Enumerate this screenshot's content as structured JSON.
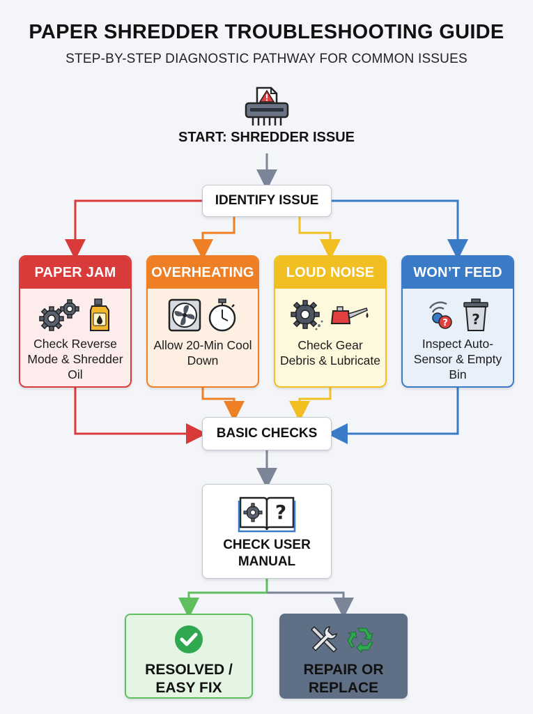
{
  "header": {
    "title": "PAPER SHREDDER TROUBLESHOOTING GUIDE",
    "subtitle": "STEP-BY-STEP DIAGNOSTIC PATHWAY FOR COMMON ISSUES"
  },
  "start": {
    "label": "START: SHREDDER ISSUE",
    "icon": "shredder-warning-icon"
  },
  "identify": {
    "label": "IDENTIFY ISSUE"
  },
  "issues": [
    {
      "title": "PAPER JAM",
      "desc": "Check Reverse Mode & Shredder Oil",
      "color": "#d93b3b",
      "icons": [
        "gears-icon",
        "oil-bottle-icon"
      ]
    },
    {
      "title": "OVERHEATING",
      "desc": "Allow 20-Min Cool Down",
      "color": "#ef7f25",
      "icons": [
        "fan-icon",
        "stopwatch-icon"
      ]
    },
    {
      "title": "LOUD NOISE",
      "desc": "Check Gear Debris & Lubricate",
      "color": "#f2bf22",
      "icons": [
        "gear-debris-icon",
        "oil-can-icon"
      ]
    },
    {
      "title": "WON’T FEED",
      "desc": "Inspect Auto-Sensor & Empty Bin",
      "color": "#3a7bc8",
      "icons": [
        "sensor-icon",
        "bin-question-icon"
      ]
    }
  ],
  "basic_checks": {
    "label": "BASIC CHECKS"
  },
  "manual": {
    "label": "CHECK USER MANUAL",
    "icon": "manual-book-icon"
  },
  "outcomes": [
    {
      "label": "RESOLVED / EASY FIX",
      "icon": "checkmark-icon",
      "color": "#5fbf5f"
    },
    {
      "label": "REPAIR OR REPLACE",
      "icon": "tools-recycle-icon",
      "color": "#5f6f86"
    }
  ]
}
